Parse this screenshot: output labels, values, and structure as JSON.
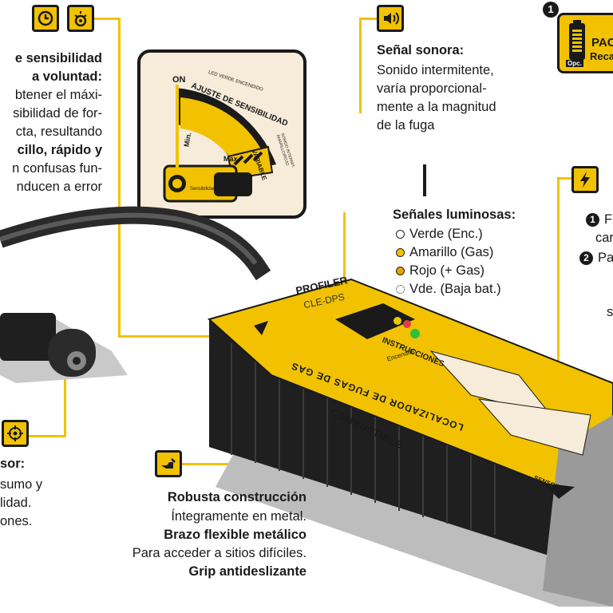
{
  "sensitivity": {
    "title_line1": "e sensibilidad",
    "title_line2": "a voluntad:",
    "body": [
      "btener el máxi-",
      "sibilidad de for-",
      "cta, resultando"
    ],
    "bold_line": "cillo, rápido y",
    "body2": [
      "n confusas fun-",
      "nducen a error"
    ]
  },
  "dial": {
    "on_label": "ON",
    "min_label": "Min.",
    "max_label": "Max.",
    "arc_title": "AJUSTE DE SENSIBILIDAD",
    "arc_small": "LED VERDE ENCENDIDO",
    "variable_label": "VARIABLE",
    "sound_label": "SONIDO INTERMIT. AMARILLO/ROJO",
    "knob_label": "Sensibilidad"
  },
  "sound": {
    "title": "Señal sonora:",
    "lines": [
      "Sonido intermitente,",
      "varía proporcional-",
      "mente a la magnitud",
      "de la fuga"
    ]
  },
  "pack": {
    "badge_number": "1",
    "line1": "PACK",
    "line2": "Recarga",
    "battery_label": "Opc."
  },
  "lights": {
    "title": "Señales luminosas:",
    "items": [
      {
        "label": "Verde (Enc.)",
        "color": "#ffffff"
      },
      {
        "label": "Amarillo (Gas)",
        "color": "#f2c200"
      },
      {
        "label": "Rojo (+ Gas)",
        "color": "#e8a300"
      },
      {
        "label": "Vde. (Baja bat.)",
        "color": "#ffffff"
      }
    ]
  },
  "power": {
    "item1_num": "1",
    "item1_text": "F",
    "item1_sub": "car",
    "item2_num": "2",
    "item2_text": "Pa",
    "item3_text": "s"
  },
  "sensor": {
    "title": "sor:",
    "lines": [
      "sumo y",
      "lidad.",
      "ones."
    ]
  },
  "construction": {
    "title1": "Robusta construcción",
    "line1": "Íntegramente en metal.",
    "title2": "Brazo flexible metálico",
    "line2": "Para acceder a sitios difíciles.",
    "title3": "Grip antideslizante"
  },
  "device": {
    "brand": "PROFILER",
    "model": "CLE-DPS",
    "side_text_1": "LOCALIZADOR DE FUGAS DE GAS",
    "side_text_2": "COMBUSTIBLE",
    "instructions_title": "INSTRUCCIONES",
    "enc_label": "Encendido",
    "sensor_label": "SENSOR"
  },
  "colors": {
    "accent": "#f2c200",
    "dark": "#1a1a1a",
    "panel": "#f6ecd9"
  }
}
